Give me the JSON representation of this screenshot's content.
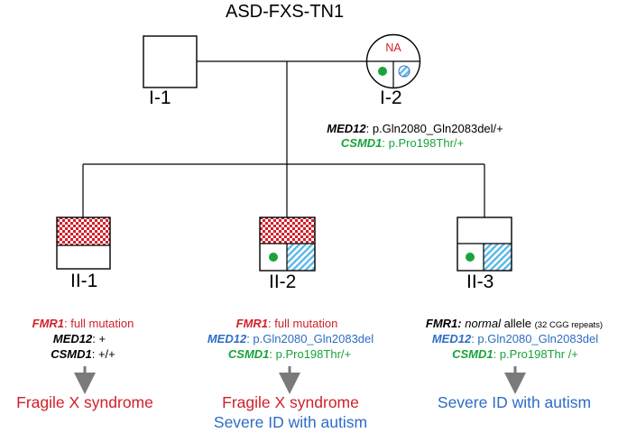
{
  "title": "ASD-FXS-TN1",
  "colors": {
    "red": "#d0202a",
    "blue": "#2e6cc4",
    "green": "#19a33a",
    "black": "#000000"
  },
  "individuals": {
    "I1": {
      "id": "I-1"
    },
    "I2": {
      "id": "I-2",
      "na": "NA"
    },
    "II1": {
      "id": "II-1"
    },
    "II2": {
      "id": "II-2"
    },
    "II3": {
      "id": "II-3"
    }
  },
  "i2_genotype": {
    "med12_gene": "MED12",
    "med12_value": ": p.Gln2080_Gln2083del/+",
    "csmd1_gene": "CSMD1",
    "csmd1_value": ": p.Pro198Thr/+"
  },
  "ii1": {
    "fmr1_gene": "FMR1",
    "fmr1_value": ": full mutation",
    "med12_gene": "MED12",
    "med12_value": ": +",
    "csmd1_gene": "CSMD1",
    "csmd1_value": ": +/+",
    "phenotype_1": "Fragile X syndrome"
  },
  "ii2": {
    "fmr1_gene": "FMR1",
    "fmr1_value": ": full mutation",
    "med12_gene": "MED12",
    "med12_value": ": p.Gln2080_Gln2083del",
    "csmd1_gene": "CSMD1",
    "csmd1_value": ": p.Pro198Thr/+",
    "phenotype_1": "Fragile X syndrome",
    "phenotype_2": "Severe ID with autism"
  },
  "ii3": {
    "fmr1_gene": "FMR1:",
    "fmr1_italic": "normal",
    "fmr1_allele": "allele",
    "fmr1_note": "(32 CGG repeats)",
    "med12_gene": "MED12",
    "med12_value": ": p.Gln2080_Gln2083del",
    "csmd1_gene": "CSMD1",
    "csmd1_value": ": p.Pro198Thr /+",
    "phenotype_1": "Severe ID with autism"
  }
}
